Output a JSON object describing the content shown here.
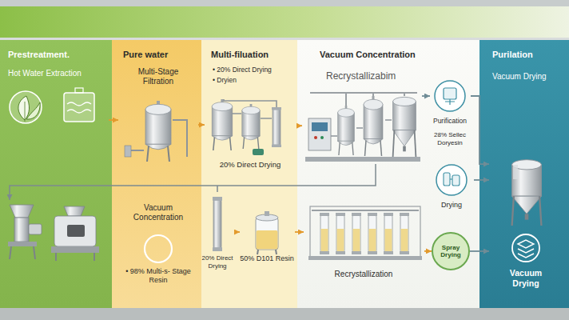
{
  "diagram": {
    "nodes": [
      {
        "text": [
          "Prestreatment."
        ]
      },
      {
        "text": [
          "Hot Water Extraction"
        ],
        "in": 0
      },
      {
        "text": [
          "Pure water"
        ]
      },
      {
        "text": [
          "Multi-Stage Filtration"
        ],
        "in": 2
      },
      {
        "text": [
          "Vacuum Concentration",
          "• 98% Multi-s- Stage Resin"
        ],
        "in": 2
      },
      {
        "text": [
          "Multi-filuation",
          "• 20% Direct Drying",
          "• Dryien"
        ]
      },
      {
        "text": [
          "20% Direct Drying"
        ],
        "in": 5
      },
      {
        "text": [
          "20% Direct Drying"
        ],
        "in": 5
      },
      {
        "text": [
          "50% D101 Resin"
        ],
        "in": 5
      },
      {
        "text": [
          "Vacuum Concentration"
        ]
      },
      {
        "text": [
          "Recrystallizabim"
        ],
        "in": 9
      },
      {
        "text": [
          "Recrystallization"
        ],
        "in": 9
      },
      {
        "text": [
          "Purification",
          "28% Sellec Doryesin"
        ],
        "in": 9
      },
      {
        "text": [
          "Drying"
        ],
        "in": 9
      },
      {
        "text": [
          "Spray Drying"
        ],
        "in": 9
      },
      {
        "text": [
          "Purilation",
          "Vacuum Drying"
        ]
      },
      {
        "text": [
          "Vacuum Drying"
        ],
        "in": 15
      }
    ],
    "edges": [
      {
        "from": 1,
        "to": 3,
        "arrow": "to"
      },
      {
        "from": 3,
        "to": 6,
        "arrow": "to"
      },
      {
        "from": 6,
        "to": 10,
        "arrow": "to"
      },
      {
        "from": 10,
        "to": 12,
        "arrow": "to"
      },
      {
        "from": 12,
        "to": 16,
        "arrow": "to"
      },
      {
        "from": 13,
        "to": 16,
        "arrow": "to"
      },
      {
        "from": 14,
        "to": 16,
        "arrow": "to"
      },
      {
        "from": 7,
        "to": 8,
        "arrow": "to"
      },
      {
        "from": 8,
        "to": 11,
        "arrow": "to"
      },
      {
        "from": 11,
        "to": 14,
        "arrow": "to"
      }
    ]
  }
}
